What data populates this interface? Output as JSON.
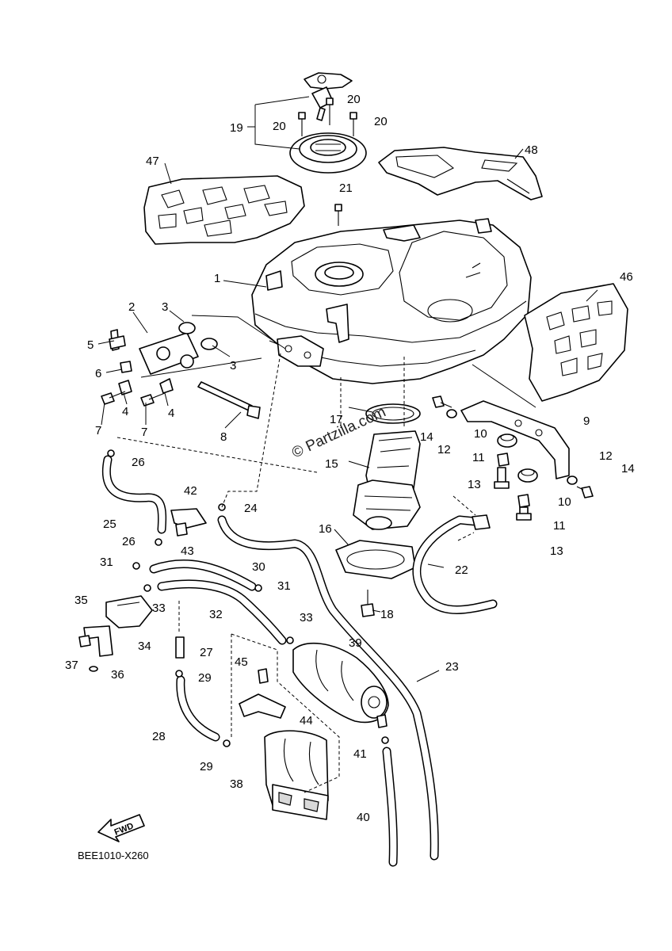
{
  "watermark": "© Partzilla.com",
  "diagram_code": "BEE1010-X260",
  "fwd_label": "FWD",
  "callouts": {
    "c1": "1",
    "c2": "2",
    "c3a": "3",
    "c3b": "3",
    "c4a": "4",
    "c4b": "4",
    "c5": "5",
    "c6": "6",
    "c7a": "7",
    "c7b": "7",
    "c8": "8",
    "c9": "9",
    "c10a": "10",
    "c10b": "10",
    "c11a": "11",
    "c11b": "11",
    "c12a": "12",
    "c12b": "12",
    "c13a": "13",
    "c13b": "13",
    "c14a": "14",
    "c14b": "14",
    "c15": "15",
    "c16": "16",
    "c17": "17",
    "c18": "18",
    "c19": "19",
    "c20a": "20",
    "c20b": "20",
    "c20c": "20",
    "c21": "21",
    "c22": "22",
    "c23": "23",
    "c24": "24",
    "c25": "25",
    "c26a": "26",
    "c26b": "26",
    "c27": "27",
    "c28": "28",
    "c29a": "29",
    "c29b": "29",
    "c30": "30",
    "c31a": "31",
    "c31b": "31",
    "c32": "32",
    "c33a": "33",
    "c33b": "33",
    "c34": "34",
    "c35": "35",
    "c36": "36",
    "c37": "37",
    "c38": "38",
    "c39": "39",
    "c40": "40",
    "c41": "41",
    "c42": "42",
    "c43": "43",
    "c44": "44",
    "c45": "45",
    "c46": "46",
    "c47": "47",
    "c48": "48"
  }
}
